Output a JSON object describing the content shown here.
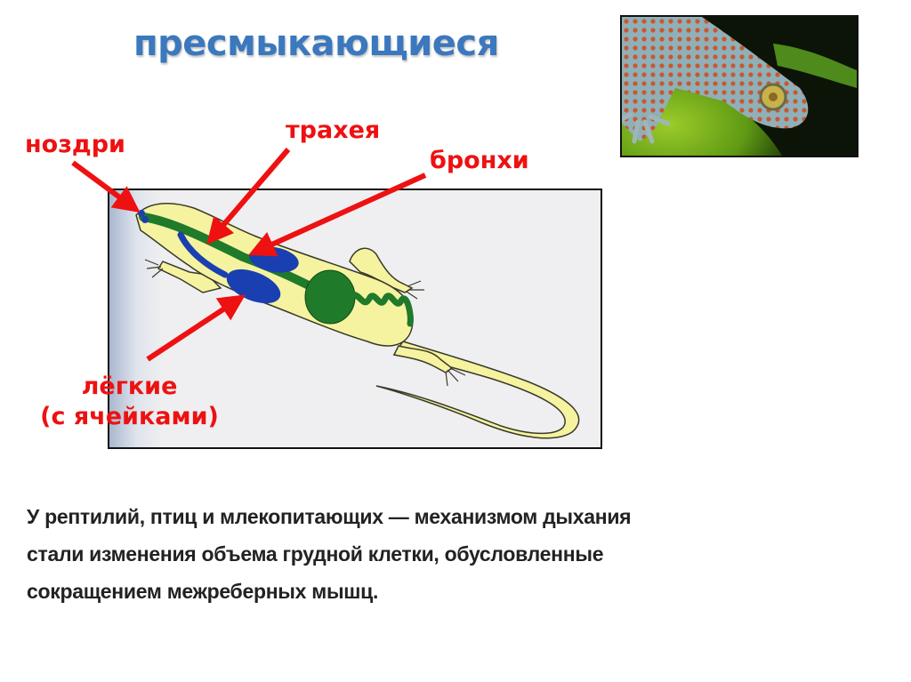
{
  "slide": {
    "title": "пресмыкающиеся",
    "title_color": "#3b78bd",
    "label_color": "#ee1111"
  },
  "photo": {
    "subject": "tokay-gecko-photo",
    "description": "Tokay gecko with blue-grey skin and orange spots on a green leaf"
  },
  "diagram": {
    "subject": "lizard-respiratory-system",
    "labels": {
      "nostrils": "ноздри",
      "trachea": "трахея",
      "bronchi": "бронхи",
      "lungs_line1": "лёгкие",
      "lungs_line2": "(с ячейками)"
    },
    "colors": {
      "body": "#f6f3a0",
      "outline": "#3a3a2a",
      "respiratory": "#1a3fb0",
      "digestive": "#1f7a2a",
      "arrow": "#ee1111"
    }
  },
  "text": {
    "lines": [
      "У рептилий, птиц и млекопитающих — механизмом дыхания",
      "стали изменения объема грудной клетки, обусловленные",
      "сокращением межреберных мышц."
    ]
  }
}
